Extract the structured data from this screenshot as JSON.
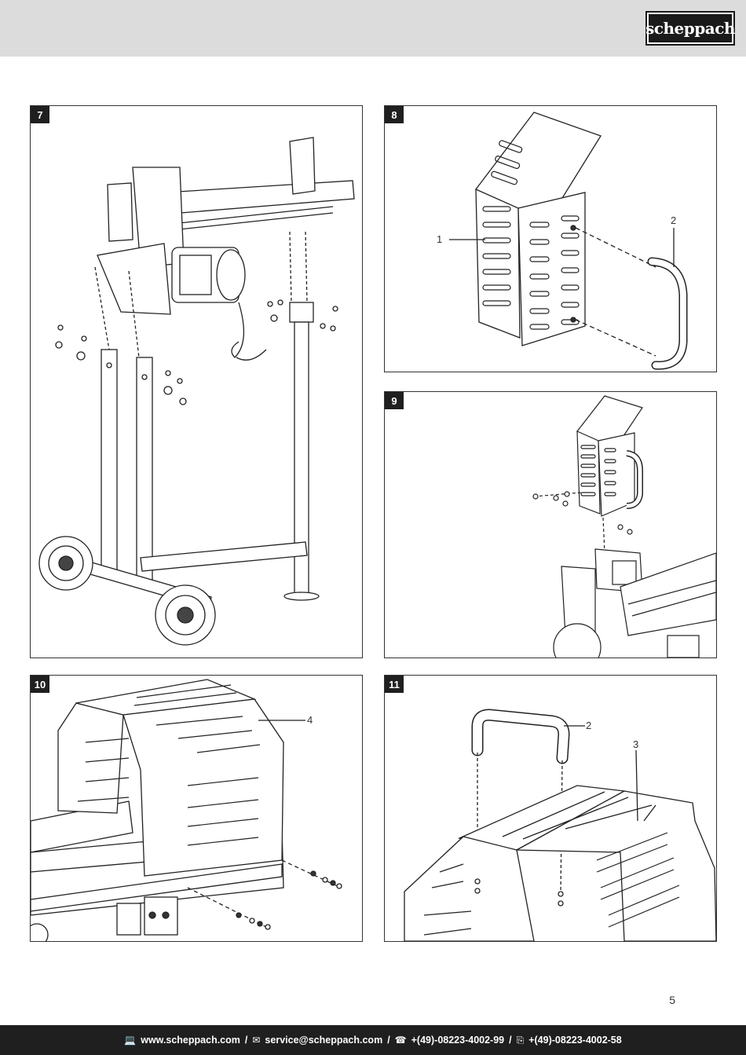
{
  "header": {
    "logo_text": "scheppach"
  },
  "figures": [
    {
      "number": "7"
    },
    {
      "number": "8",
      "callouts": [
        "1",
        "2"
      ]
    },
    {
      "number": "9"
    },
    {
      "number": "10",
      "callouts": [
        "4"
      ]
    },
    {
      "number": "11",
      "callouts": [
        "2",
        "3"
      ]
    }
  ],
  "page_number": "5",
  "footer": {
    "website_icon": "computer-icon",
    "website": "www.scheppach.com",
    "email_icon": "envelope-icon",
    "email": "service@scheppach.com",
    "phone_icon": "telephone-icon",
    "phone": "+(49)-08223-4002-99",
    "fax_icon": "fax-icon",
    "fax": "+(49)-08223-4002-58",
    "separator": "/"
  }
}
